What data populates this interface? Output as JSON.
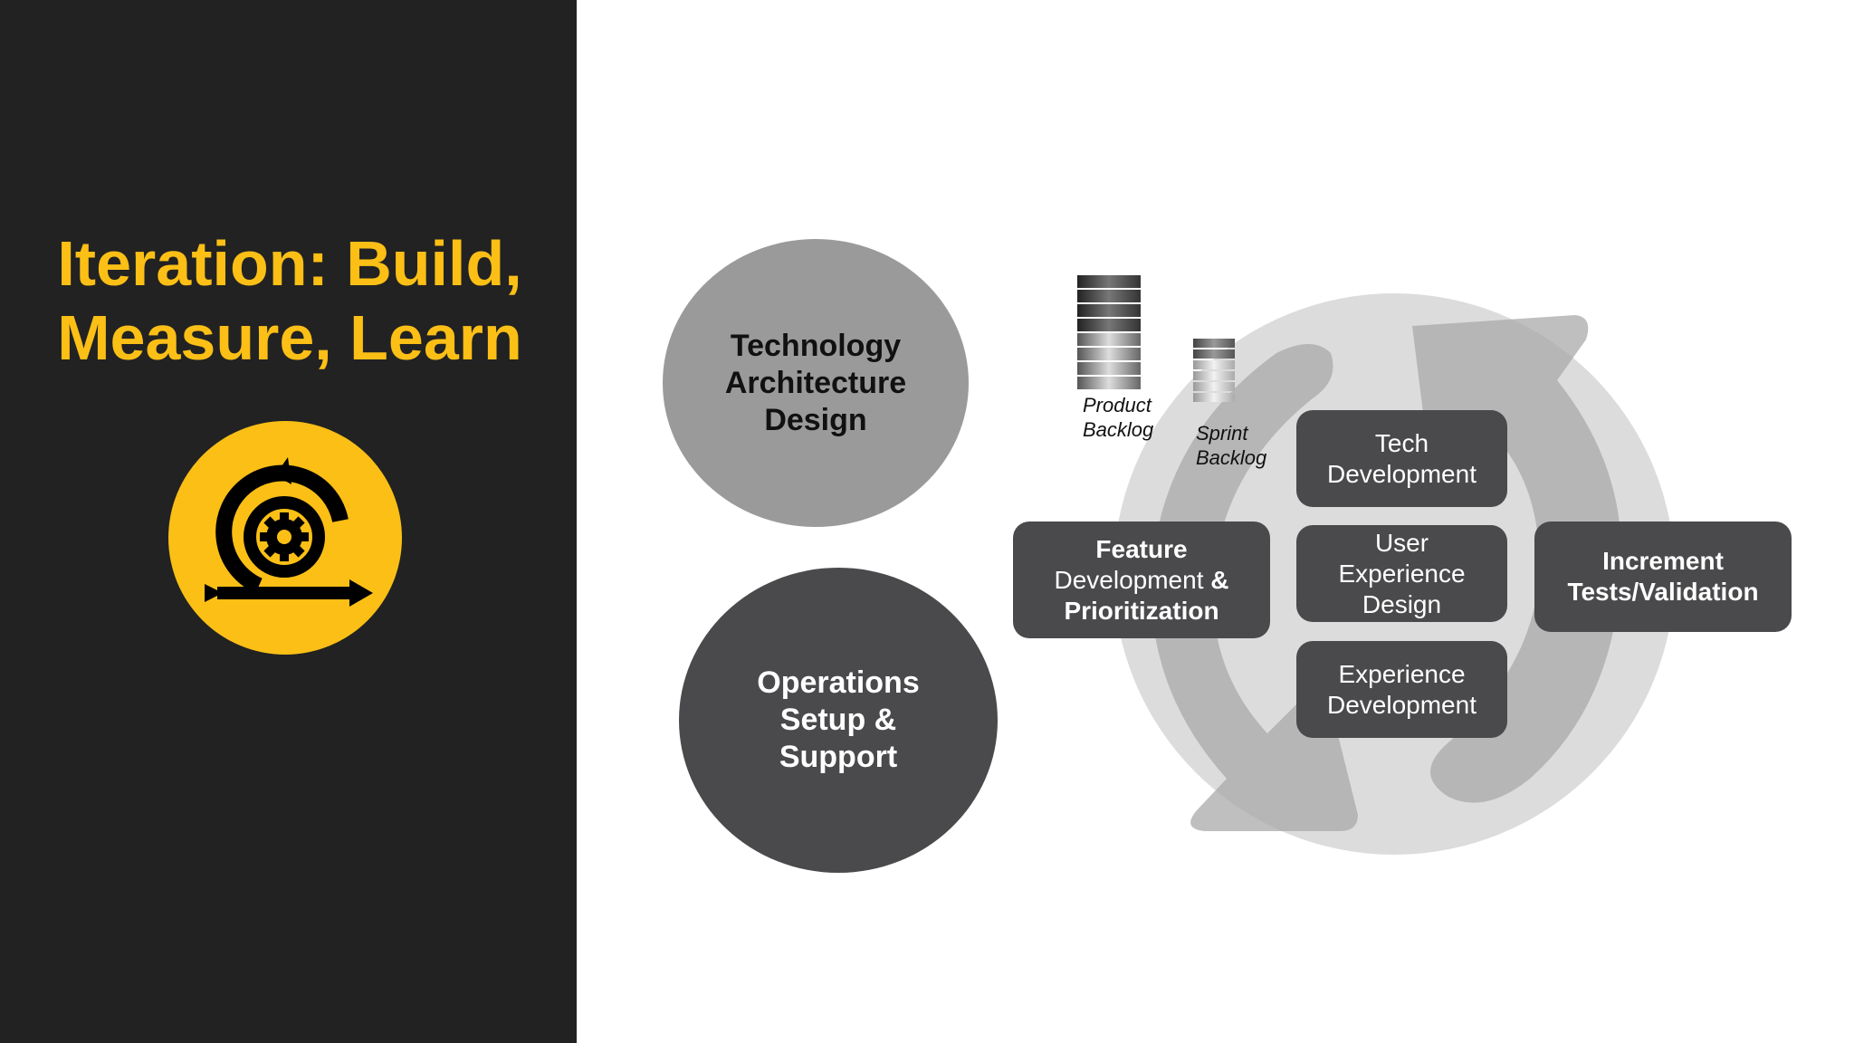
{
  "slide": {
    "title_lines": [
      "Iteration: Build,",
      "Measure, Learn"
    ],
    "logo_icon": "agile-iteration-gear-icon",
    "accent_color": "#fbbf16",
    "panel_color": "#222222"
  },
  "circles": {
    "technology": {
      "lines": [
        "Technology",
        "Architecture",
        "Design"
      ],
      "color": "#9a9a9a"
    },
    "operations": {
      "lines": [
        "Operations",
        "Setup &",
        "Support"
      ],
      "color": "#4a494b"
    }
  },
  "backlogs": {
    "product": {
      "lines": [
        "Product",
        "Backlog"
      ],
      "icon": "product-backlog-stack-icon"
    },
    "sprint": {
      "lines": [
        "Sprint",
        "Backlog"
      ],
      "icon": "sprint-backlog-stack-icon"
    }
  },
  "boxes": {
    "tech_development": {
      "lines": [
        "Tech",
        "Development"
      ]
    },
    "ux_design": {
      "lines": [
        "User",
        "Experience",
        "Design"
      ]
    },
    "experience_development": {
      "lines": [
        "Experience",
        "Development"
      ]
    },
    "feature": {
      "line1": "Feature",
      "line2": "Development",
      "line2_bold": "&",
      "line3": "Prioritization"
    },
    "increment": {
      "lines": [
        "Increment",
        "Tests/Validation"
      ]
    }
  },
  "cycle_icon": "iteration-cycle-arrows-icon",
  "box_color": "#4a494b"
}
